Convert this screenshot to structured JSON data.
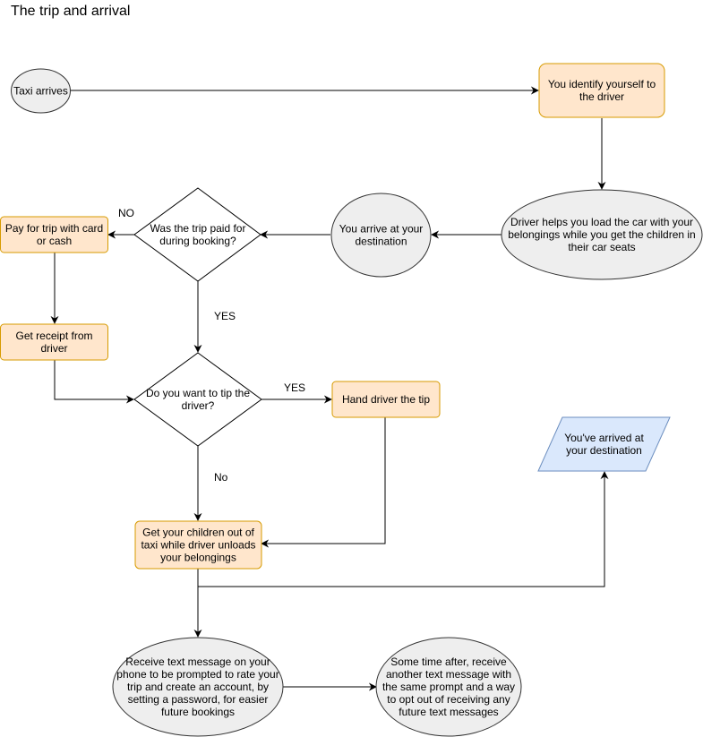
{
  "title": "The trip and arrival",
  "colors": {
    "process_fill": "#ffe6cc",
    "process_stroke": "#d79b00",
    "terminal_fill": "#eeeeee",
    "terminal_stroke": "#333333",
    "io_fill": "#dae8fc",
    "io_stroke": "#6c8ebf",
    "decision_fill": "#ffffff",
    "decision_stroke": "#000000"
  },
  "nodes": {
    "taxi_arrives": [
      "Taxi arrives"
    ],
    "identify": [
      "You identify yourself to",
      "the driver"
    ],
    "driver_helps": [
      "Driver helps you load the car with your",
      "belongings while you get the children in",
      "their car seats"
    ],
    "arrive_destination": [
      "You arrive at your",
      "destination"
    ],
    "trip_paid": [
      "Was the trip paid for",
      "during booking?"
    ],
    "pay_trip": [
      "Pay for trip with card",
      "or cash"
    ],
    "get_receipt": [
      "Get receipt from",
      "driver"
    ],
    "tip_question": [
      "Do you want to tip the",
      "driver?"
    ],
    "hand_tip": [
      "Hand driver the tip"
    ],
    "children_out": [
      "Get your children out of",
      "taxi while driver unloads",
      "your belongings"
    ],
    "arrived": [
      "You've arrived at",
      "your destination"
    ],
    "text_message": [
      "Receive text message on your",
      "phone to be prompted to rate your",
      "trip and create an account, by",
      "setting a password, for easier",
      "future bookings"
    ],
    "text_message_later": [
      "Some time after, receive",
      "another text message with",
      "the same prompt and a way",
      "to opt out of receiving any",
      "future text messages"
    ]
  },
  "edge_labels": {
    "paid_no": "NO",
    "paid_yes": "YES",
    "tip_yes": "YES",
    "tip_no": "No"
  }
}
